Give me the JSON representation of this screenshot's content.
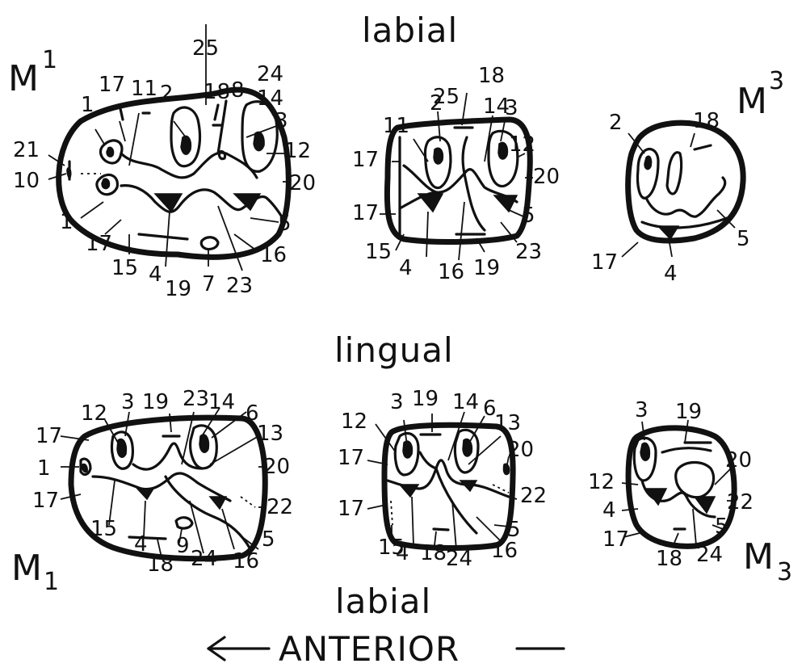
{
  "headings": {
    "top": "labial",
    "middle": "lingual",
    "bottom": "labial",
    "direction": "ANTERIOR"
  },
  "molars": {
    "M1_upper": {
      "base": "M",
      "index": "1"
    },
    "M3_upper": {
      "base": "M",
      "index": "3"
    },
    "M1_lower": {
      "base": "M",
      "index": "1"
    },
    "M3_lower": {
      "base": "M",
      "index": "3"
    }
  },
  "labels": {
    "uM1": [
      "25",
      "24",
      "8",
      "18",
      "14",
      "17",
      "11",
      "2",
      "1",
      "3",
      "21",
      "12",
      "10",
      "20",
      "1",
      "5",
      "17",
      "15",
      "16",
      "4",
      "19",
      "7",
      "23"
    ],
    "uM2": [
      "25",
      "18",
      "11",
      "2",
      "14",
      "3",
      "12",
      "17",
      "20",
      "17",
      "5",
      "15",
      "4",
      "16",
      "19",
      "23"
    ],
    "uM3": [
      "2",
      "18",
      "5",
      "17",
      "4"
    ],
    "lM1": [
      "19",
      "23",
      "14",
      "6",
      "12",
      "3",
      "17",
      "13",
      "1",
      "20",
      "17",
      "22",
      "15",
      "5",
      "4",
      "9",
      "16",
      "18",
      "24"
    ],
    "lM2": [
      "19",
      "14",
      "6",
      "3",
      "13",
      "12",
      "20",
      "17",
      "22",
      "17",
      "5",
      "15",
      "4",
      "18",
      "24",
      "16"
    ],
    "lM3": [
      "3",
      "19",
      "20",
      "12",
      "22",
      "4",
      "5",
      "17",
      "18",
      "24"
    ]
  }
}
